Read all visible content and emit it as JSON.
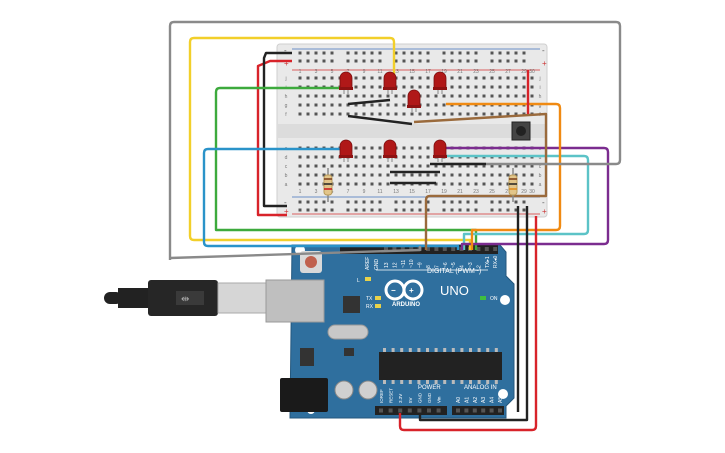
{
  "board": {
    "brand_text": "ARDUINO",
    "model_text": "UNO",
    "digital_label": "DIGITAL (PWM~)",
    "analog_label": "ANALOG IN",
    "power_label": "POWER",
    "on_label": "ON",
    "l_label": "L",
    "tx_label": "TX",
    "rx_label": "RX",
    "aref_label": "AREF",
    "gnd_label": "GND",
    "digital_pins": [
      "13",
      "12",
      "~11",
      "~10",
      "~9",
      "8",
      "7",
      "~6",
      "~5",
      "4",
      "~3",
      "2",
      "TX▸1",
      "RX◂0"
    ],
    "power_pins": [
      "IOREF",
      "RESET",
      "3.3V",
      "5V",
      "GND",
      "GND",
      "Vin"
    ],
    "analog_pins": [
      "A0",
      "A1",
      "A2",
      "A3",
      "A4",
      "A5"
    ]
  },
  "breadboard": {
    "rail_plus": "+",
    "rail_minus": "-",
    "row_letters_top": [
      "j",
      "i",
      "h",
      "g",
      "f"
    ],
    "row_letters_bottom": [
      "e",
      "d",
      "c",
      "b",
      "a"
    ],
    "column_numbers": [
      "1",
      "2",
      "3",
      "4",
      "5",
      "6",
      "7",
      "8",
      "9",
      "10",
      "11",
      "12",
      "13",
      "14",
      "15",
      "16",
      "17",
      "18",
      "19",
      "20",
      "21",
      "22",
      "23",
      "24",
      "25",
      "26",
      "27",
      "28",
      "29",
      "30"
    ]
  },
  "colors": {
    "board_blue": "#2f6f9e",
    "wire_yellow": "#f2cf2a",
    "wire_green": "#3daa3d",
    "wire_blue": "#2a93c9",
    "wire_cyan": "#5cc3c7",
    "wire_purple": "#7b2c8f",
    "wire_orange": "#f08a12",
    "wire_brown": "#9a6a3c",
    "wire_red": "#d8232a",
    "wire_gray": "#8a8a8a",
    "wire_black": "#222222",
    "led_red": "#b01818"
  }
}
